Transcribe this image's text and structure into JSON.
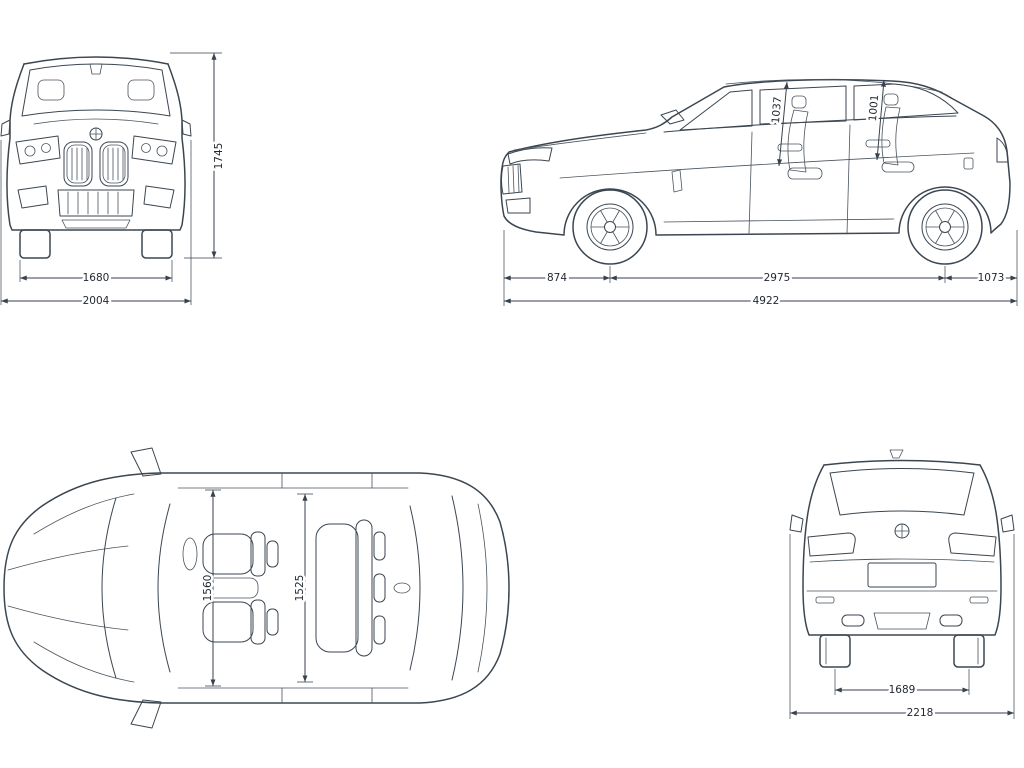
{
  "colors": {
    "background": "#ffffff",
    "outline": "#3b4650",
    "dimension_line": "#39424c",
    "label_text": "#1f262e"
  },
  "views": {
    "front": {
      "dims": {
        "overall_height": "1745",
        "track_width": "1680",
        "overall_width": "2004"
      }
    },
    "side": {
      "dims": {
        "front_headroom": "1037",
        "rear_headroom": "1001",
        "front_overhang": "874",
        "wheelbase": "2975",
        "rear_overhang": "1073",
        "overall_length": "4922"
      }
    },
    "top": {
      "dims": {
        "front_interior_width": "1560",
        "rear_interior_width": "1525"
      }
    },
    "rear": {
      "dims": {
        "rear_track": "1689",
        "overall_width_incl_mirrors": "2218"
      }
    }
  }
}
